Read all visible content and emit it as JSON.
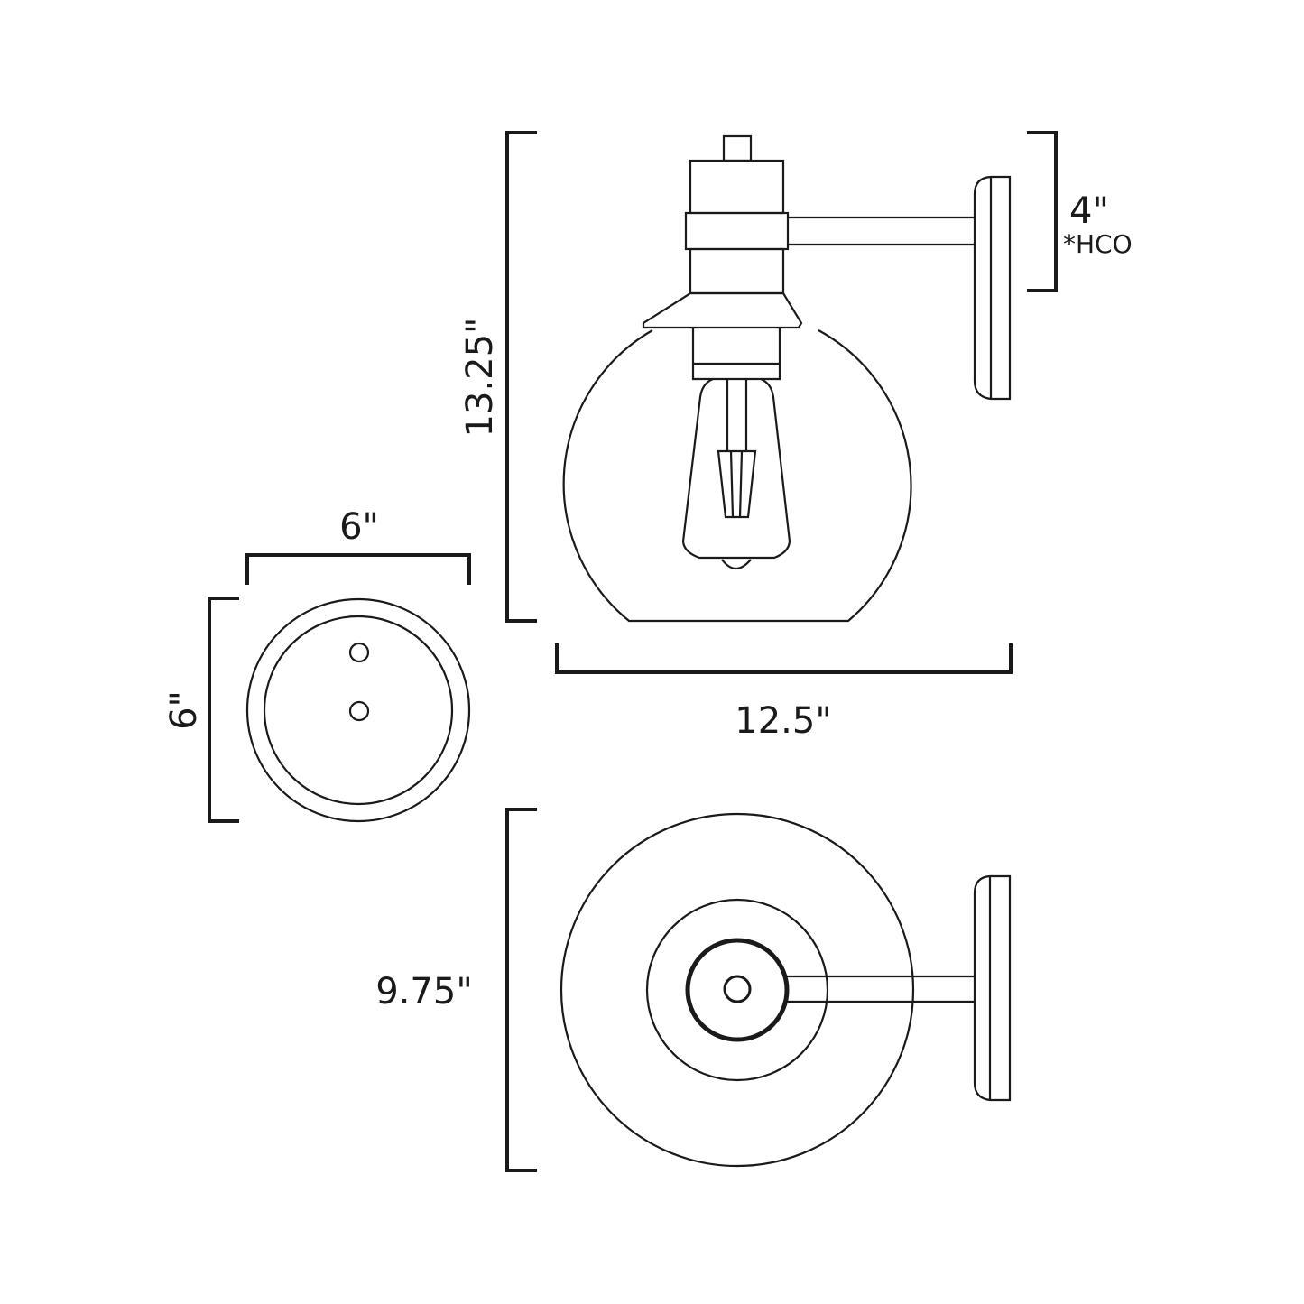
{
  "dimensions": {
    "height": "13.25\"",
    "width": "12.5\"",
    "hco": "4\"",
    "hco_note": "*HCO",
    "backplate_width": "6\"",
    "backplate_height": "6\"",
    "extension": "9.75\""
  },
  "colors": {
    "line": "#1a1a1a",
    "background": "#ffffff"
  }
}
